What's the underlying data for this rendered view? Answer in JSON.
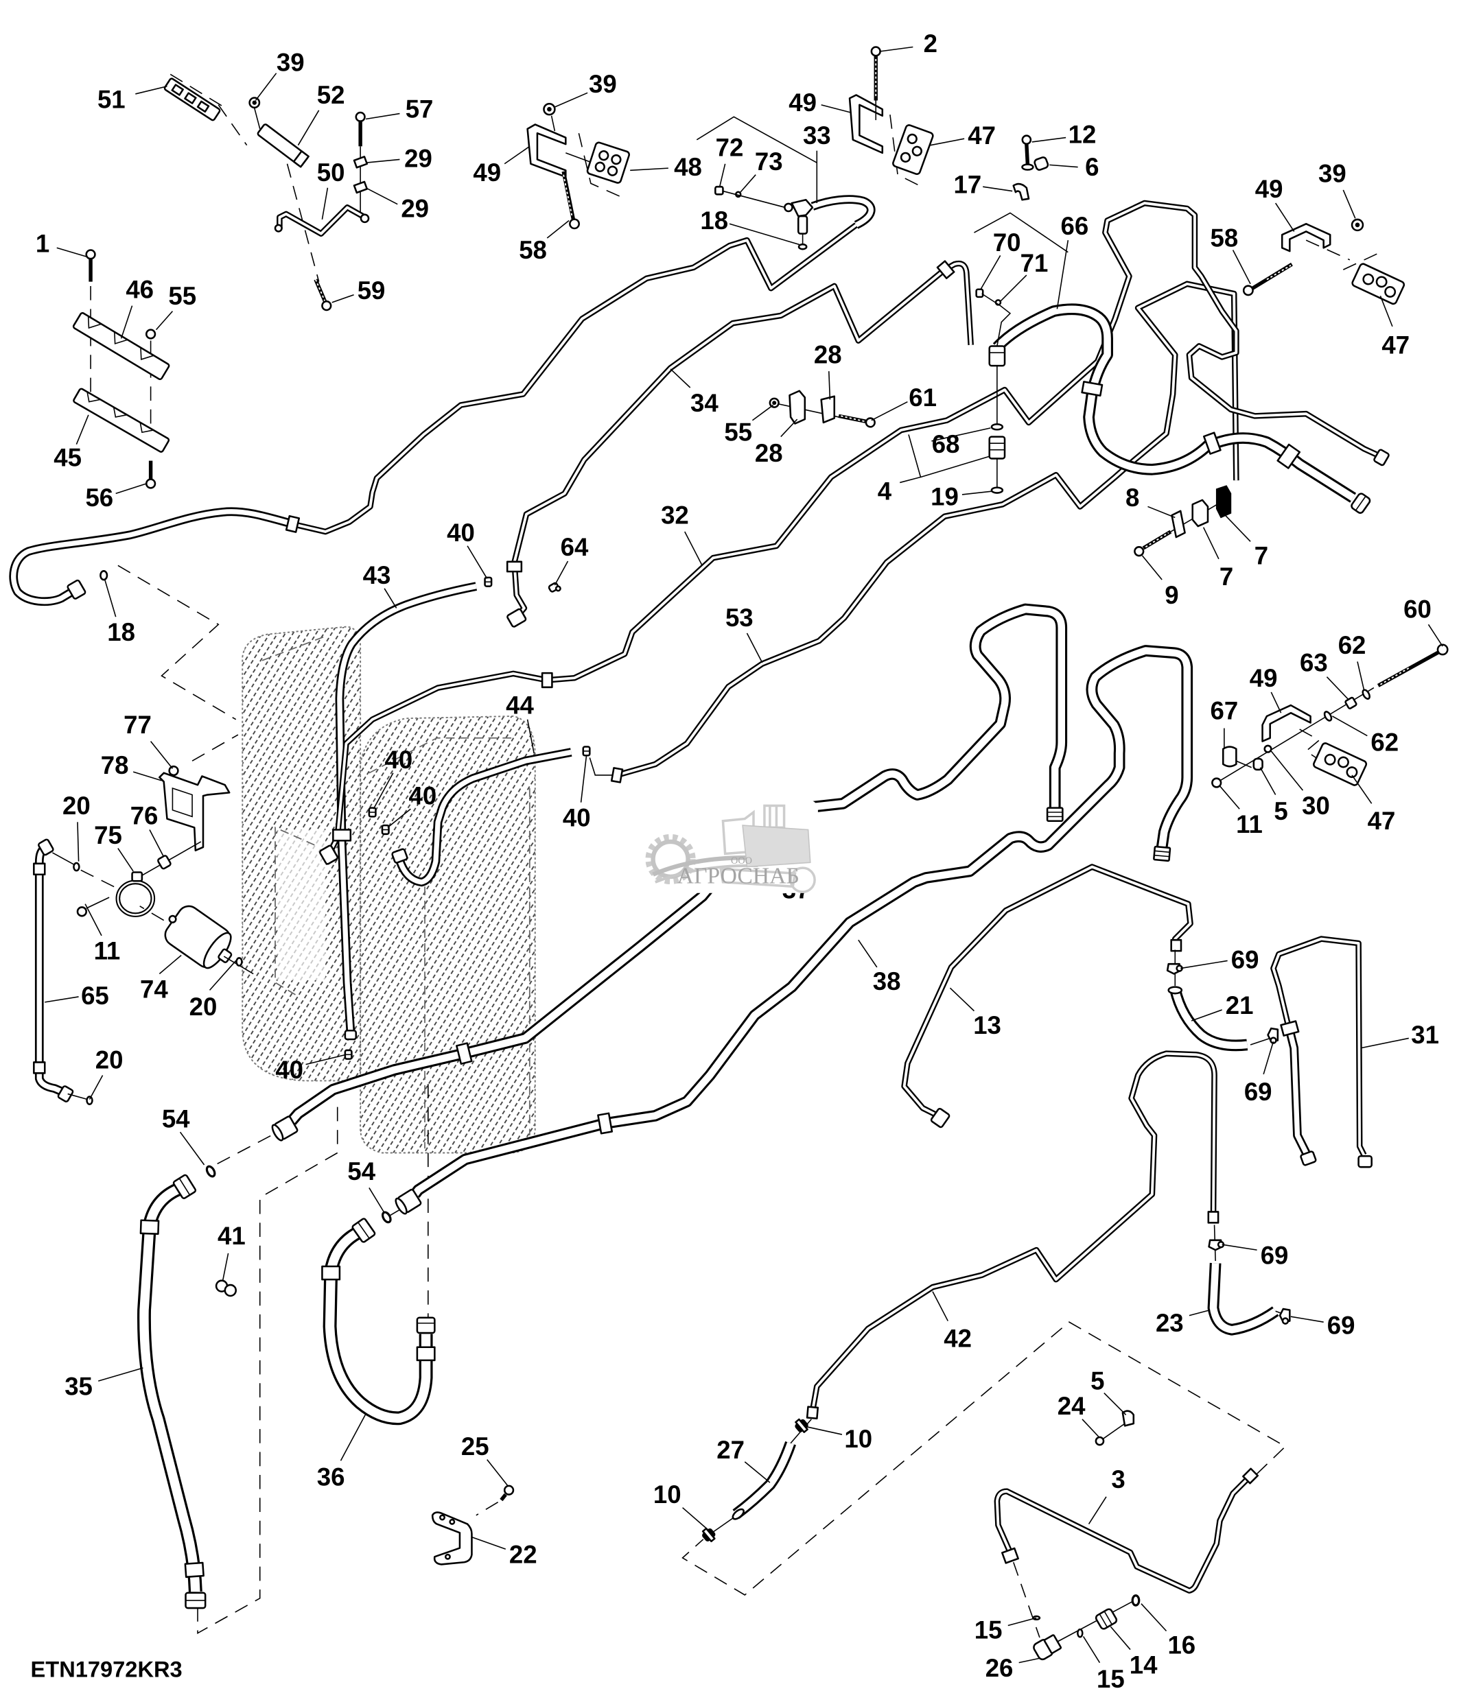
{
  "figure_code": "ETN17972KR3",
  "watermark": {
    "prefix": "ООО",
    "name": "АГРОСНАБ"
  },
  "callouts": {
    "top_left": [
      "51",
      "39",
      "52",
      "57",
      "29",
      "50",
      "29",
      "59",
      "1",
      "46",
      "55",
      "45",
      "56"
    ],
    "top_center": [
      "39",
      "49",
      "48",
      "58",
      "72",
      "73",
      "33",
      "18",
      "2",
      "49",
      "47",
      "12",
      "6",
      "17",
      "70",
      "71",
      "66"
    ],
    "top_right": [
      "39",
      "49",
      "58",
      "47"
    ],
    "center": [
      "34",
      "28",
      "61",
      "55",
      "28",
      "68",
      "4",
      "19",
      "8",
      "7",
      "7",
      "9",
      "40",
      "43",
      "64",
      "32",
      "18",
      "53",
      "44",
      "40",
      "40",
      "40"
    ],
    "left_filter": [
      "77",
      "78",
      "20",
      "76",
      "75",
      "11",
      "74",
      "20",
      "65",
      "20",
      "40"
    ],
    "right_clamp": [
      "60",
      "62",
      "63",
      "49",
      "67",
      "62",
      "30",
      "5",
      "47",
      "11"
    ],
    "lower_center": [
      "37",
      "38",
      "13",
      "69",
      "21",
      "69",
      "31"
    ],
    "bottom": [
      "54",
      "54",
      "41",
      "35",
      "36",
      "25",
      "22",
      "42",
      "69",
      "23",
      "69",
      "27",
      "10",
      "10",
      "5",
      "24",
      "3",
      "15",
      "26",
      "15",
      "14",
      "16"
    ]
  }
}
